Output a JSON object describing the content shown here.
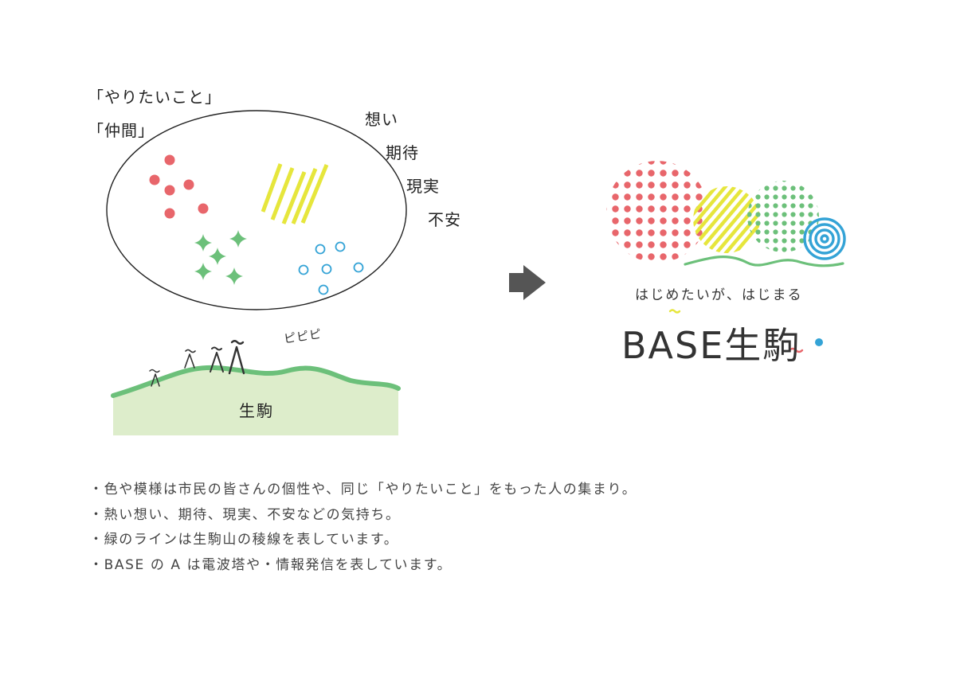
{
  "diagram": {
    "labels": {
      "yaritai": "「やりたいこと」",
      "nakama": "「仲間」",
      "omoi": "想い",
      "kitai": "期待",
      "genjitsu": "現実",
      "fuan": "不安",
      "pipipi": "ピピピ",
      "ikoma": "生駒"
    },
    "logo": {
      "tagline": "はじめたいが、はじまる",
      "wordmark": "BASE生駒"
    }
  },
  "notes": [
    "・色や模様は市民の皆さんの個性や、同じ「やりたいこと」をもった人の集まり。",
    "・熱い想い、期待、現実、不安などの気持ち。",
    "・緑のラインは生駒山の稜線を表しています。",
    "・BASE の A は電波塔や・情報発信を表しています。"
  ],
  "colors": {
    "red": "#e8666b",
    "yellow": "#e6e63c",
    "green": "#6cc07a",
    "blue": "#34a3d6",
    "hill": "#ddedcb",
    "arrow": "#555555"
  }
}
